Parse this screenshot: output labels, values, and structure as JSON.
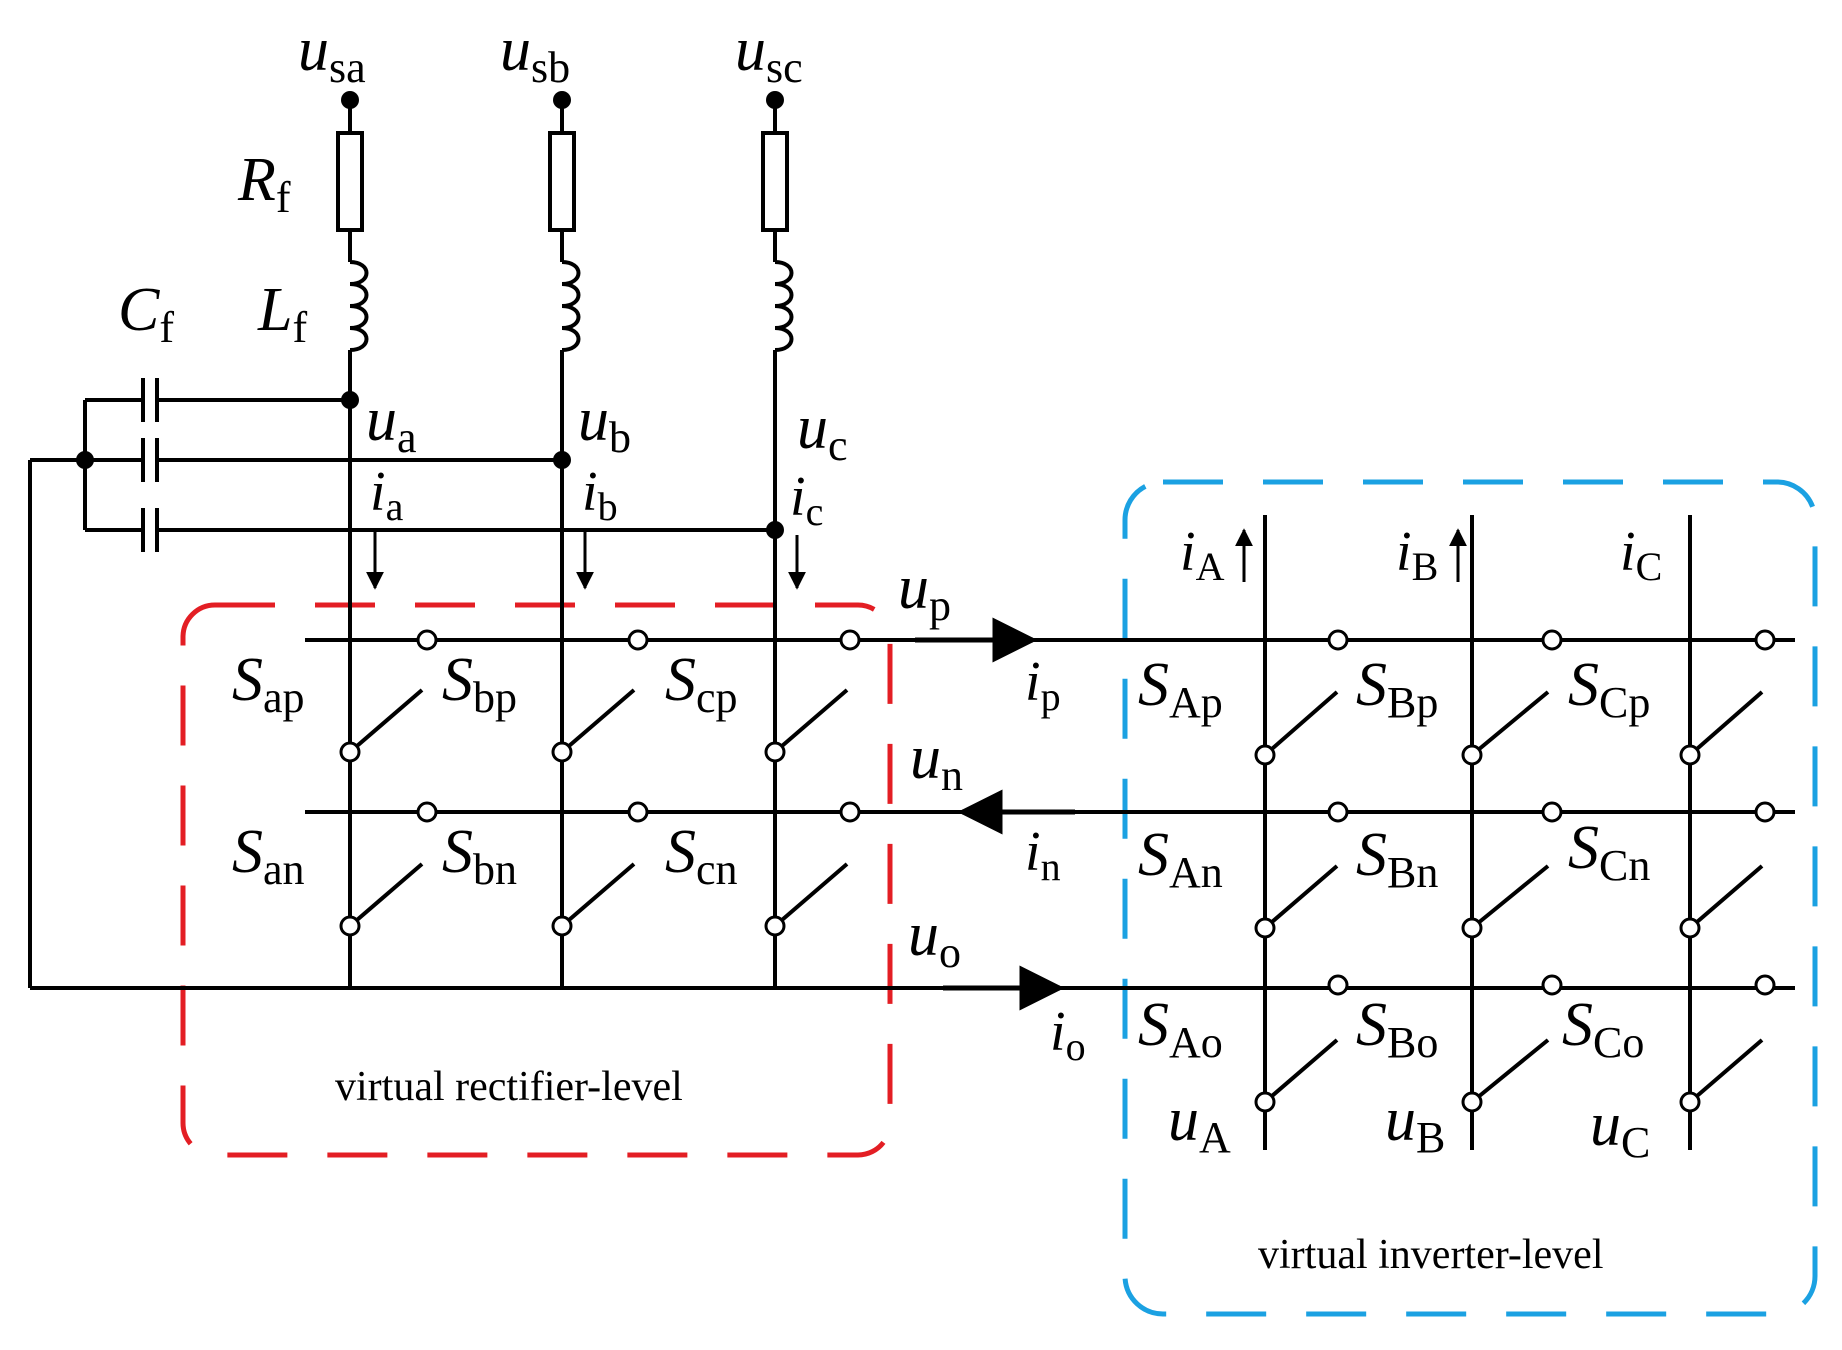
{
  "sources": [
    {
      "id": "a",
      "main": "u",
      "sub": "sa"
    },
    {
      "id": "b",
      "main": "u",
      "sub": "sb"
    },
    {
      "id": "c",
      "main": "u",
      "sub": "sc"
    }
  ],
  "components": {
    "resistor": {
      "main": "R",
      "sub": "f"
    },
    "inductor": {
      "main": "L",
      "sub": "f"
    },
    "capacitor": {
      "main": "C",
      "sub": "f"
    }
  },
  "phase_voltages": [
    {
      "main": "u",
      "sub": "a"
    },
    {
      "main": "u",
      "sub": "b"
    },
    {
      "main": "u",
      "sub": "c"
    }
  ],
  "phase_currents": [
    {
      "main": "i",
      "sub": "a"
    },
    {
      "main": "i",
      "sub": "b"
    },
    {
      "main": "i",
      "sub": "c"
    }
  ],
  "rectifier_switches": [
    {
      "main": "S",
      "sub": "ap"
    },
    {
      "main": "S",
      "sub": "bp"
    },
    {
      "main": "S",
      "sub": "cp"
    },
    {
      "main": "S",
      "sub": "an"
    },
    {
      "main": "S",
      "sub": "bn"
    },
    {
      "main": "S",
      "sub": "cn"
    }
  ],
  "dc_links": [
    {
      "u_main": "u",
      "u_sub": "p",
      "i_main": "i",
      "i_sub": "p"
    },
    {
      "u_main": "u",
      "u_sub": "n",
      "i_main": "i",
      "i_sub": "n"
    },
    {
      "u_main": "u",
      "u_sub": "o",
      "i_main": "i",
      "i_sub": "o"
    }
  ],
  "output_currents": [
    {
      "main": "i",
      "sub": "A"
    },
    {
      "main": "i",
      "sub": "B"
    },
    {
      "main": "i",
      "sub": "C"
    }
  ],
  "inverter_switches": [
    {
      "main": "S",
      "sub": "Ap"
    },
    {
      "main": "S",
      "sub": "Bp"
    },
    {
      "main": "S",
      "sub": "Cp"
    },
    {
      "main": "S",
      "sub": "An"
    },
    {
      "main": "S",
      "sub": "Bn"
    },
    {
      "main": "S",
      "sub": "Cn"
    },
    {
      "main": "S",
      "sub": "Ao"
    },
    {
      "main": "S",
      "sub": "Bo"
    },
    {
      "main": "S",
      "sub": "Co"
    }
  ],
  "output_voltages": [
    {
      "main": "u",
      "sub": "A"
    },
    {
      "main": "u",
      "sub": "B"
    },
    {
      "main": "u",
      "sub": "C"
    }
  ],
  "captions": {
    "rectifier": "virtual rectifier-level",
    "inverter": "virtual inverter-level"
  },
  "colors": {
    "rectifier_box": "#e31e24",
    "inverter_box": "#1ba1e2",
    "wire": "#000000"
  }
}
